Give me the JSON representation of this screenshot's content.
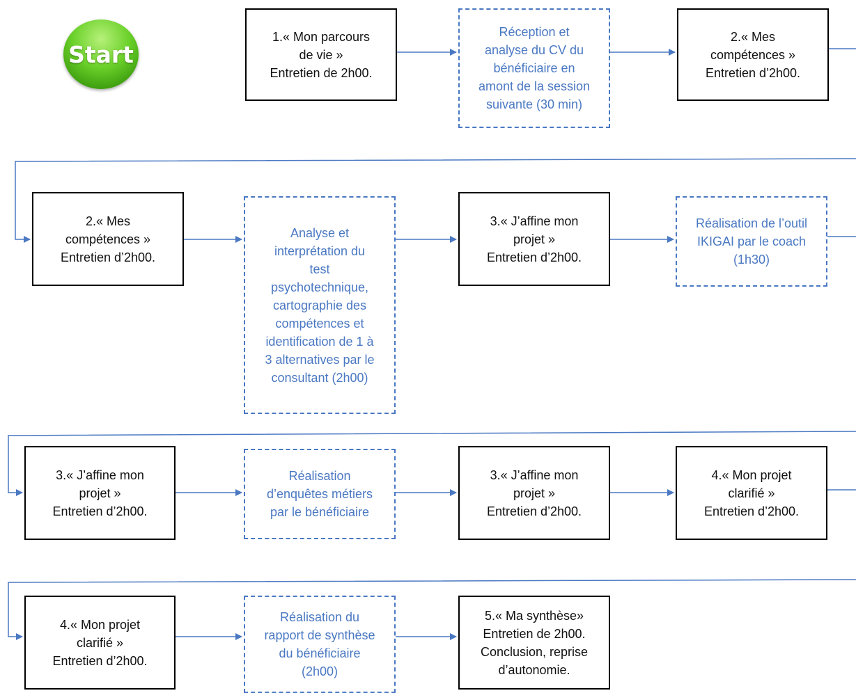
{
  "start_label": "Start",
  "colors": {
    "accent": "#4a78c2",
    "start_green": "#5cc21c",
    "box_border": "#000000"
  },
  "rows": [
    {
      "steps": [
        {
          "kind": "solid",
          "text": "1.« Mon parcours\nde vie »\nEntretien de 2h00."
        },
        {
          "kind": "dashed",
          "text": "Réception et\nanalyse du CV du\nbénéficiaire en\namont de la session\nsuivante (30 min)"
        },
        {
          "kind": "solid",
          "text": "2.« Mes\ncompétences »\nEntretien d’2h00."
        }
      ]
    },
    {
      "steps": [
        {
          "kind": "solid",
          "text": "2.« Mes\ncompétences »\nEntretien d’2h00."
        },
        {
          "kind": "dashed",
          "text": "Analyse et\ninterprétation du\ntest\npsychotechnique,\ncartographie des\ncompétences et\nidentification de 1 à\n3 alternatives par le\nconsultant (2h00)"
        },
        {
          "kind": "solid",
          "text": "3.« J’affine mon\nprojet »\nEntretien d’2h00."
        },
        {
          "kind": "dashed",
          "text": "Réalisation de l’outil\nIKIGAI par le coach\n(1h30)"
        }
      ]
    },
    {
      "steps": [
        {
          "kind": "solid",
          "text": "3.« J’affine mon\nprojet »\nEntretien d’2h00."
        },
        {
          "kind": "dashed",
          "text": "Réalisation\nd’enquêtes métiers\npar le bénéficiaire"
        },
        {
          "kind": "solid",
          "text": "3.« J’affine mon\nprojet »\nEntretien d’2h00."
        },
        {
          "kind": "solid",
          "text": "4.« Mon projet\nclarifié »\nEntretien d’2h00."
        }
      ]
    },
    {
      "steps": [
        {
          "kind": "solid",
          "text": "4.« Mon projet\nclarifié »\nEntretien d’2h00."
        },
        {
          "kind": "dashed",
          "text": "Réalisation du\nrapport de synthèse\ndu bénéficiaire\n(2h00)"
        },
        {
          "kind": "solid",
          "text": "5.« Ma synthèse»\nEntretien de 2h00.\nConclusion, reprise\nd’autonomie."
        }
      ]
    }
  ]
}
